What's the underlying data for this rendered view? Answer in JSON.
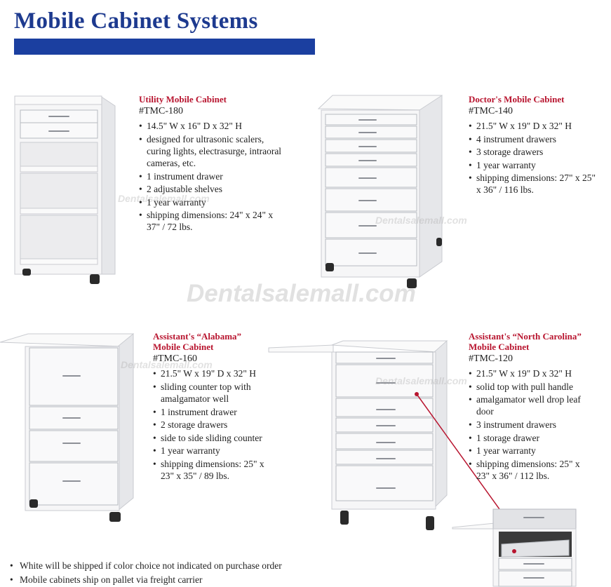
{
  "page": {
    "title": "Mobile Cabinet Systems"
  },
  "products": [
    {
      "name": "Utility Mobile Cabinet",
      "model": "#TMC-180",
      "features": [
        "14.5\" W x 16\" D x 32\" H",
        "designed for ultrasonic scalers, curing lights, electrasurge, intraoral cameras, etc.",
        "1 instrument drawer",
        "2 adjustable shelves",
        "1 year warranty",
        "shipping dimensions: 24\" x 24\" x 37\" / 72 lbs."
      ]
    },
    {
      "name": "Doctor's Mobile Cabinet",
      "model": "#TMC-140",
      "features": [
        "21.5\" W x 19\" D x 32\" H",
        "4 instrument drawers",
        "3 storage drawers",
        "1 year warranty",
        "shipping dimensions: 27\" x 25\" x 36\" / 116  lbs."
      ]
    },
    {
      "name": "Assistant's “Alabama” Mobile Cabinet",
      "model": "#TMC-160",
      "features": [
        "21.5\" W x 19\" D x 32\" H",
        "sliding counter top with amalgamator well",
        "1 instrument drawer",
        "2 storage drawers",
        "side to side sliding counter",
        "1 year warranty",
        "shipping dimensions: 25\" x 23\" x 35\" / 89 lbs."
      ]
    },
    {
      "name": "Assistant's “North Carolina” Mobile Cabinet",
      "model": "#TMC-120",
      "features": [
        "21.5\" W x 19\" D x 32\" H",
        "solid top with pull handle",
        "amalgamator well drop leaf door",
        "3 instrument drawers",
        "1 storage drawer",
        "1 year warranty",
        "shipping dimensions: 25\" x 23\" x 36\" / 112 lbs."
      ]
    }
  ],
  "notes": [
    "White will be shipped if color choice not indicated on purchase order",
    "Mobile cabinets ship on pallet via freight carrier"
  ],
  "watermark": {
    "main": "Dentalsalemall.com",
    "small": "Dentalsalemall.com"
  },
  "colors": {
    "title": "#1d3a8f",
    "title_bar": "#1b3fa0",
    "product_name": "#b8152f"
  }
}
